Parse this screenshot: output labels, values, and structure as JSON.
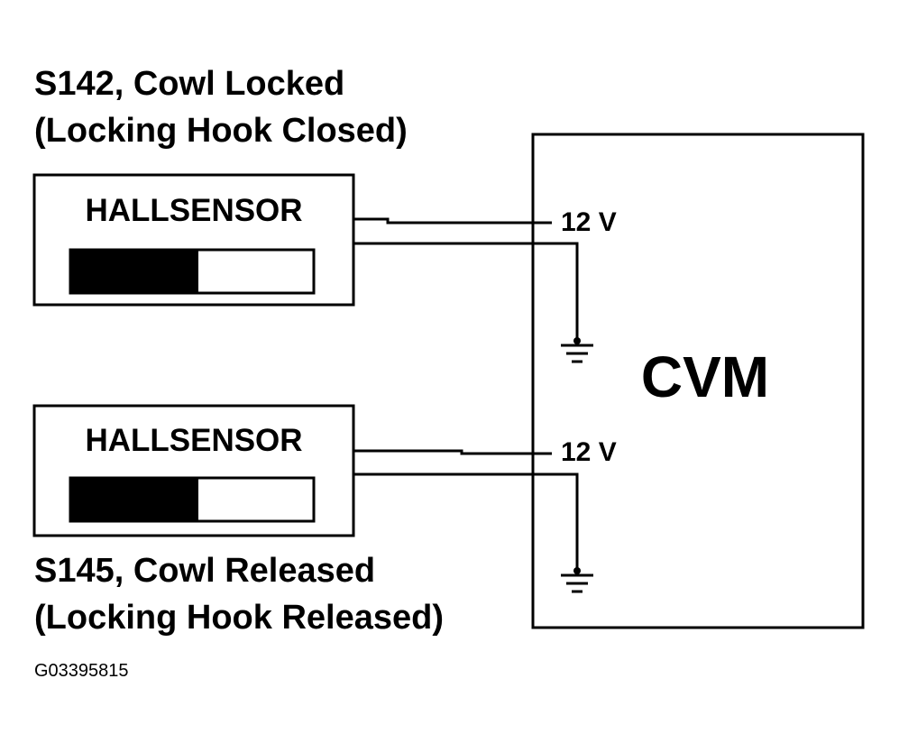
{
  "sensor_top": {
    "caption_line1": "S142, Cowl Locked",
    "caption_line2": "(Locking Hook Closed)",
    "label": "HALLSENSOR"
  },
  "sensor_bottom": {
    "caption_line1": "S145, Cowl Released",
    "caption_line2": "(Locking Hook Released)",
    "label": "HALLSENSOR"
  },
  "module": {
    "label": "CVM",
    "voltage_top": "12 V",
    "voltage_bottom": "12 V"
  },
  "figure_code": "G03395815",
  "colors": {
    "line": "#000000",
    "background": "#ffffff"
  }
}
